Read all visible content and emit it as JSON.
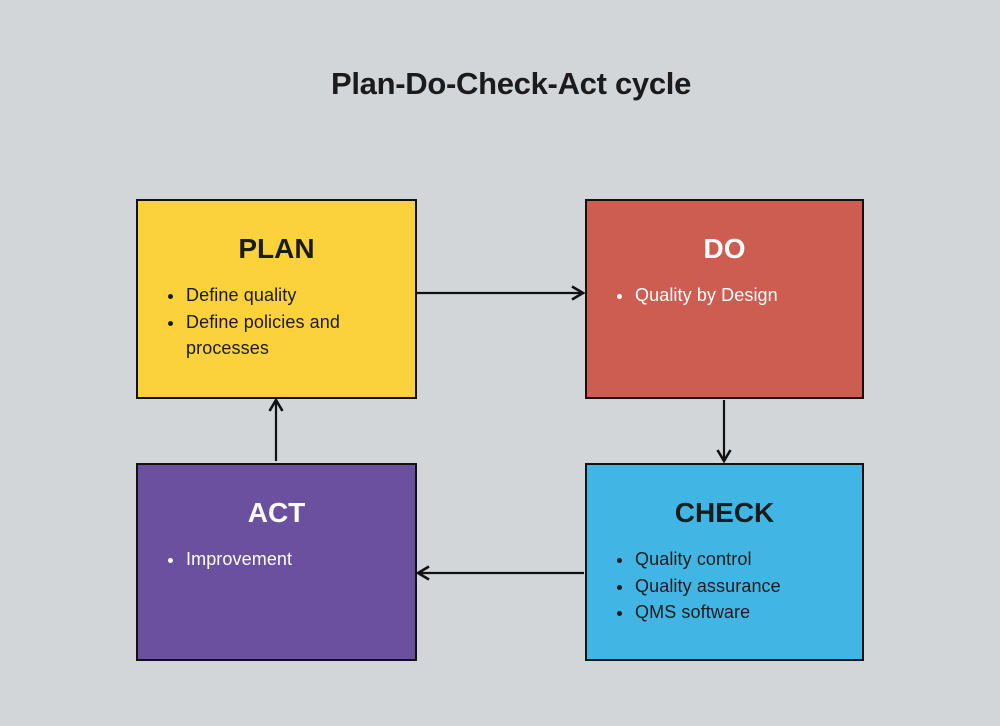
{
  "title": "Plan-Do-Check-Act cycle",
  "colors": {
    "background": "#D2D6D9",
    "border": "#111111",
    "arrow": "#111111",
    "title_text": "#1B1B1B"
  },
  "boxes": [
    {
      "id": "plan",
      "label": "PLAN",
      "color": "#FBD23C",
      "text_color": "#1B1B1B",
      "items": [
        "Define quality",
        "Define policies and processes"
      ]
    },
    {
      "id": "do",
      "label": "DO",
      "color": "#CD5C51",
      "text_color": "#FFFFFF",
      "items": [
        "Quality by Design"
      ]
    },
    {
      "id": "check",
      "label": "CHECK",
      "color": "#41B6E5",
      "text_color": "#1B1B1B",
      "items": [
        "Quality control",
        "Quality assurance",
        "QMS software"
      ]
    },
    {
      "id": "act",
      "label": "ACT",
      "color": "#6A509E",
      "text_color": "#FFFFFF",
      "items": [
        "Improvement"
      ]
    }
  ],
  "arrows": [
    {
      "from": "PLAN",
      "to": "DO"
    },
    {
      "from": "DO",
      "to": "CHECK"
    },
    {
      "from": "CHECK",
      "to": "ACT"
    },
    {
      "from": "ACT",
      "to": "PLAN"
    }
  ]
}
